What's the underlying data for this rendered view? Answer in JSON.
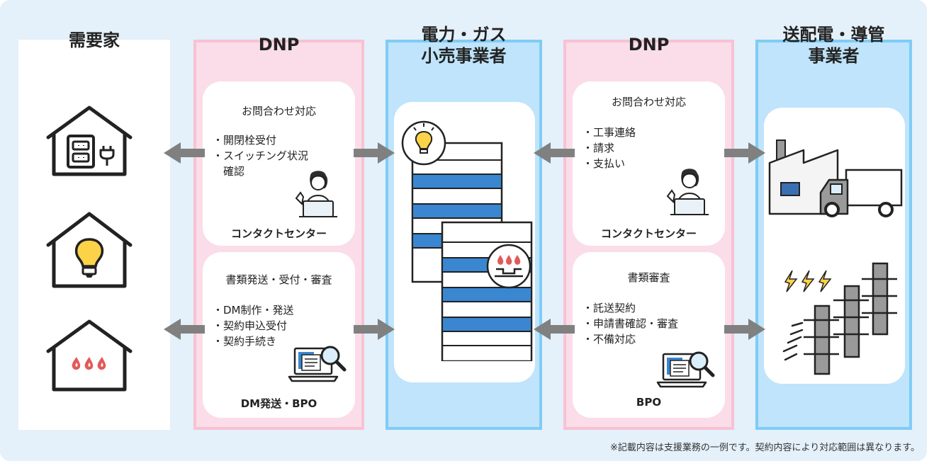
{
  "columns": {
    "consumer": {
      "title": "需要家"
    },
    "dnp_left": {
      "title": "DNP"
    },
    "retailer": {
      "title_line1": "電力・ガス",
      "title_line2": "小売事業者"
    },
    "dnp_right": {
      "title": "DNP"
    },
    "grid": {
      "title_line1": "送配電・導管",
      "title_line2": "事業者"
    }
  },
  "dnp_left": {
    "contact_card": {
      "heading": "お問合わせ対応",
      "items": [
        "・開閉栓受付",
        "・スイッチング状況",
        "　確認"
      ],
      "footer": "コンタクトセンター"
    },
    "docs_card": {
      "heading": "書類発送・受付・審査",
      "items": [
        "・DM制作・発送",
        "・契約申込受付",
        "・契約手続き"
      ],
      "footer": "DM発送・BPO"
    }
  },
  "dnp_right": {
    "contact_card": {
      "heading": "お問合わせ対応",
      "items": [
        "・工事連絡",
        "・請求",
        "・支払い"
      ],
      "footer": "コンタクトセンター"
    },
    "docs_card": {
      "heading": "書類審査",
      "items": [
        "・託送契約",
        "・申請書確認・審査",
        "・不備対応"
      ],
      "footer": "BPO"
    }
  },
  "icons": {
    "house_outlet": "house-outlet-icon",
    "house_bulb": "house-bulb-icon",
    "house_gas": "house-gas-icon",
    "operator": "operator-icon",
    "laptop_magnifier": "laptop-magnifier-icon",
    "bulb_badge": "light-bulb-icon",
    "gas_badge": "gas-flame-icon",
    "factory_truck": "factory-truck-icon",
    "power_tower": "power-tower-icon"
  },
  "colors": {
    "background": "#e4f0fa",
    "pink_fill": "#fadde8",
    "pink_border": "#f7c2d3",
    "blue_fill": "#bfe4fb",
    "blue_border": "#7fccf5",
    "stripe_blue": "#3a86d0",
    "arrow_gray": "#808080",
    "bulb_yellow": "#fcd348",
    "flame_red": "#e25a5a"
  },
  "footnote": "※記載内容は支援業務の一例です。契約内容により対応範囲は異なります。"
}
